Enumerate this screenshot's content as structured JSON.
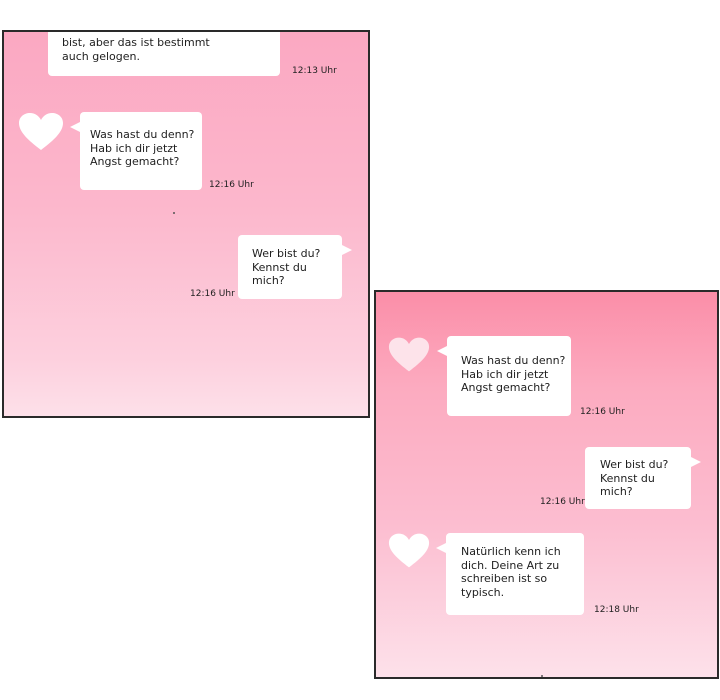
{
  "panel_a": {
    "message_1": {
      "lines": [
        "bist, aber das ist bestimmt",
        "auch gelogen."
      ],
      "time": "12:13 Uhr"
    },
    "message_2": {
      "lines": [
        "Was hast du denn?",
        "Hab ich dir jetzt",
        "Angst gemacht?"
      ],
      "time": "12:16 Uhr"
    },
    "message_3": {
      "lines": [
        "Wer bist du?",
        "Kennst du",
        "mich?"
      ],
      "time": "12:16 Uhr"
    }
  },
  "panel_b": {
    "message_1": {
      "lines": [
        "Was hast du denn?",
        "Hab ich dir jetzt",
        "Angst gemacht?"
      ],
      "time": "12:16 Uhr"
    },
    "message_2": {
      "lines": [
        "Wer bist du?",
        "Kennst du",
        "mich?"
      ],
      "time": "12:16 Uhr"
    },
    "message_3": {
      "lines": [
        "Natürlich kenn ich",
        "dich. Deine Art zu",
        "schreiben ist so",
        "typisch."
      ],
      "time": "12:18 Uhr"
    }
  },
  "icons": {
    "avatar": "heart-icon"
  },
  "colors": {
    "bubble": "#ffffff",
    "panel_a_top": "#fba8c2",
    "panel_b_top": "#fb8ea8",
    "border": "#2a2a2a"
  }
}
